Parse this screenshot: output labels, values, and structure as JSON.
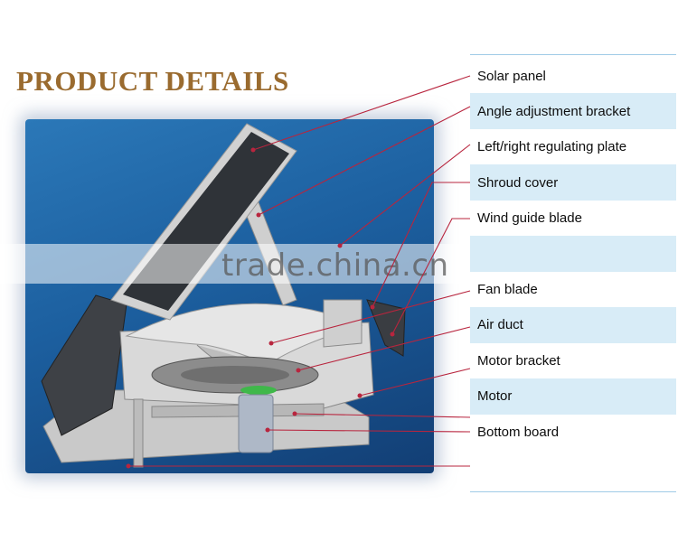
{
  "title": "PRODUCT DETAILS",
  "watermark": "trade.china.cn",
  "parts": [
    {
      "label": "Solar panel",
      "shaded": false
    },
    {
      "label": "Angle adjustment bracket",
      "shaded": true
    },
    {
      "label": "Left/right regulating plate",
      "shaded": false
    },
    {
      "label": "Shroud cover",
      "shaded": true
    },
    {
      "label": "Wind guide blade",
      "shaded": false
    },
    {
      "label": "",
      "shaded": true
    },
    {
      "label": "Fan blade",
      "shaded": false
    },
    {
      "label": "Air duct",
      "shaded": true
    },
    {
      "label": "Motor bracket",
      "shaded": false
    },
    {
      "label": "Motor",
      "shaded": true
    },
    {
      "label": "Bottom board",
      "shaded": false
    }
  ],
  "colors": {
    "title": "#9a6b2f",
    "leader_line": "#b8253e",
    "row_shade": "#d8ecf7",
    "scene_bg": "#1c5f9f"
  }
}
